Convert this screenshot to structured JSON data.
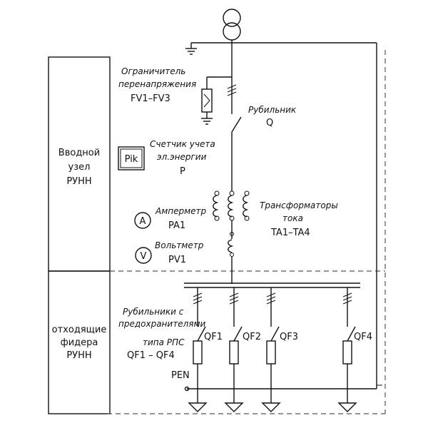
{
  "sections": {
    "input": {
      "line1": "Вводной",
      "line2": "узел",
      "line3": "РУНН"
    },
    "output": {
      "line1": "отходящие",
      "line2": "фидера",
      "line3": "РУНН"
    }
  },
  "labels": {
    "limiter": {
      "line1": "Ограничитель",
      "line2": "перенапряжения",
      "line3": "FV1–FV3"
    },
    "switch": {
      "line1": "Рубильник",
      "line2": "Q"
    },
    "meter": {
      "line1": "Счетчик учета",
      "line2": "эл.энергии",
      "line3": "P",
      "box": "Pik"
    },
    "ammeter": {
      "symbol": "A",
      "line1": "Амперметр",
      "line2": "PA1"
    },
    "voltmeter": {
      "symbol": "V",
      "line1": "Вольтметр",
      "line2": "PV1"
    },
    "ct": {
      "line1": "Трансформаторы",
      "line2": "тока",
      "line3": "TA1–TA4"
    },
    "feeder_switches": {
      "line1": "Рубильники с",
      "line2": "предохранителями",
      "line3": "типа РПС",
      "line4": "QF1 – QF4"
    },
    "pen": "PEN"
  },
  "feeders": [
    {
      "name": "QF1"
    },
    {
      "name": "QF2"
    },
    {
      "name": "QF3"
    },
    {
      "name": "QF4"
    }
  ]
}
